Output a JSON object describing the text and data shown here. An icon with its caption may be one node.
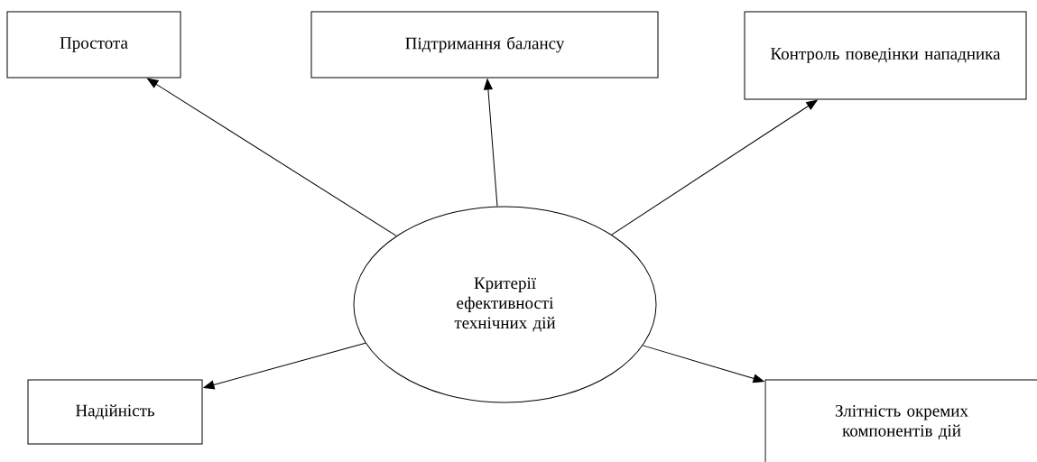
{
  "diagram": {
    "nodes": [
      {
        "text": [
          "Простота"
        ]
      },
      {
        "text": [
          "Підтримання балансу"
        ]
      },
      {
        "text": [
          "Контроль поведінки нападника"
        ]
      },
      {
        "text": [
          "Критерії ефективності технічних дій"
        ]
      },
      {
        "text": [
          "Надійність"
        ]
      },
      {
        "text": [
          "Злітність окремих компонентів дій"
        ]
      }
    ],
    "edges": [
      {
        "from": 3,
        "to": 0,
        "arrow": "to"
      },
      {
        "from": 3,
        "to": 1,
        "arrow": "to"
      },
      {
        "from": 3,
        "to": 2,
        "arrow": "to"
      },
      {
        "from": 3,
        "to": 4,
        "arrow": "to"
      },
      {
        "from": 3,
        "to": 5,
        "arrow": "to"
      }
    ]
  }
}
